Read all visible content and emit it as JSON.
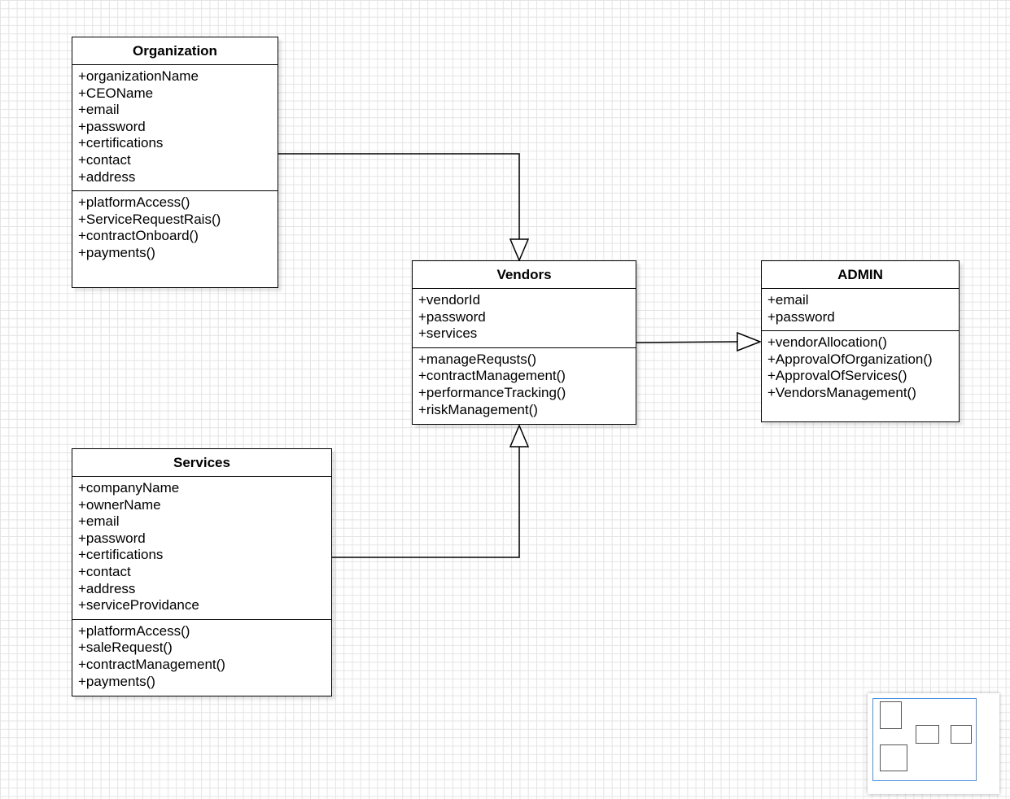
{
  "classes": {
    "organization": {
      "name": "Organization",
      "attributes": [
        "+organizationName",
        "+CEOName",
        "+email",
        "+password",
        "+certifications",
        "+contact",
        "+address"
      ],
      "methods": [
        "+platformAccess()",
        "+ServiceRequestRais()",
        "+contractOnboard()",
        "+payments()"
      ]
    },
    "vendors": {
      "name": "Vendors",
      "attributes": [
        "+vendorId",
        "+password",
        "+services"
      ],
      "methods": [
        "+manageRequsts()",
        "+contractManagement()",
        "+performanceTracking()",
        "+riskManagement()"
      ]
    },
    "admin": {
      "name": "ADMIN",
      "attributes": [
        "+email",
        "+password"
      ],
      "methods": [
        "+vendorAllocation()",
        "+ApprovalOfOrganization()",
        "+ApprovalOfServices()",
        "+VendorsManagement()"
      ]
    },
    "services": {
      "name": "Services",
      "attributes": [
        "+companyName",
        "+ownerName",
        "+email",
        "+password",
        "+certifications",
        "+contact",
        "+address",
        "+serviceProvidance"
      ],
      "methods": [
        "+platformAccess()",
        "+saleRequest()",
        "+contractManagement()",
        "+payments()"
      ]
    }
  },
  "relations": [
    {
      "from": "Organization",
      "to": "Vendors",
      "type": "generalization"
    },
    {
      "from": "Services",
      "to": "Vendors",
      "type": "generalization"
    },
    {
      "from": "Vendors",
      "to": "ADMIN",
      "type": "generalization"
    }
  ],
  "colors": {
    "line": "#000000",
    "grid": "#e4e4e4",
    "minimap_viewport": "#4a90e2"
  }
}
